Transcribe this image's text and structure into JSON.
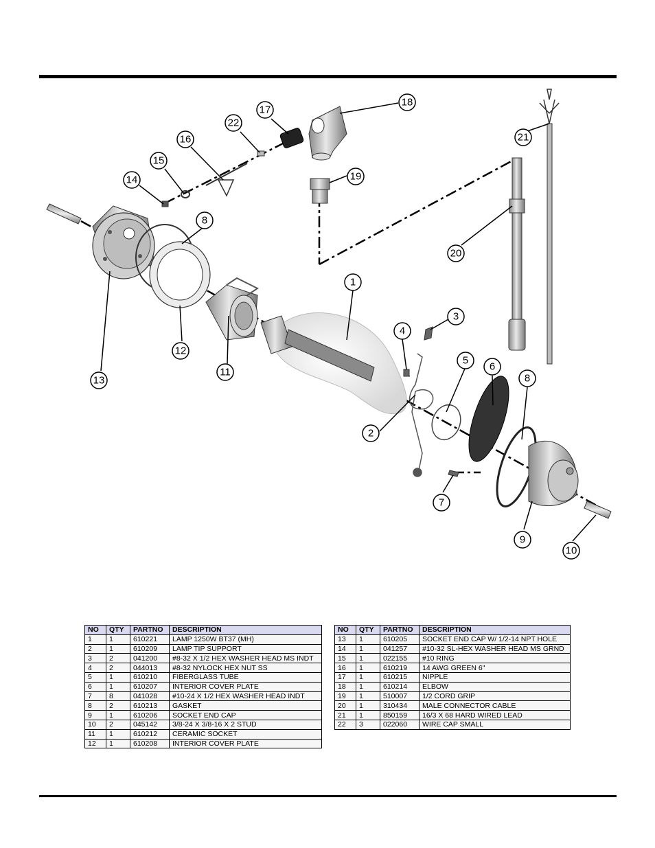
{
  "callouts": [
    "1",
    "2",
    "3",
    "4",
    "5",
    "6",
    "7",
    "8",
    "9",
    "10",
    "11",
    "12",
    "13",
    "14",
    "15",
    "16",
    "17",
    "18",
    "19",
    "20",
    "21",
    "22"
  ],
  "table_headers": [
    "NO",
    "QTY",
    "PARTNO",
    "DESCRIPTION"
  ],
  "parts_left": [
    [
      "1",
      "1",
      "610221",
      "LAMP 1250W BT37 (MH)"
    ],
    [
      "2",
      "1",
      "610209",
      "LAMP TIP SUPPORT"
    ],
    [
      "3",
      "2",
      "041200",
      "#8-32 X 1/2 HEX WASHER HEAD MS INDT"
    ],
    [
      "4",
      "2",
      "044013",
      "#8-32 NYLOCK HEX NUT SS"
    ],
    [
      "5",
      "1",
      "610210",
      "FIBERGLASS TUBE"
    ],
    [
      "6",
      "1",
      "610207",
      "INTERIOR COVER PLATE"
    ],
    [
      "7",
      "8",
      "041028",
      "#10-24 X 1/2 HEX WASHER HEAD INDT"
    ],
    [
      "8",
      "2",
      "610213",
      "GASKET"
    ],
    [
      "9",
      "1",
      "610206",
      "SOCKET END CAP"
    ],
    [
      "10",
      "2",
      "045142",
      "3/8-24 X 3/8-16 X 2 STUD"
    ],
    [
      "11",
      "1",
      "610212",
      "CERAMIC SOCKET"
    ],
    [
      "12",
      "1",
      "610208",
      "INTERIOR COVER PLATE"
    ]
  ],
  "parts_right": [
    [
      "13",
      "1",
      "610205",
      "SOCKET END CAP W/ 1/2-14 NPT HOLE"
    ],
    [
      "14",
      "1",
      "041257",
      "#10-32 SL-HEX WASHER HEAD MS GRND"
    ],
    [
      "15",
      "1",
      "022155",
      "#10 RING"
    ],
    [
      "16",
      "1",
      "610219",
      "14 AWG GREEN 6\""
    ],
    [
      "17",
      "1",
      "610215",
      "NIPPLE"
    ],
    [
      "18",
      "1",
      "610214",
      "ELBOW"
    ],
    [
      "19",
      "1",
      "510007",
      "1/2 CORD GRIP"
    ],
    [
      "20",
      "1",
      "310434",
      "MALE CONNECTOR CABLE"
    ],
    [
      "21",
      "1",
      "850159",
      "16/3 X 68 HARD WIRED LEAD"
    ],
    [
      "22",
      "3",
      "022060",
      "WIRE CAP SMALL"
    ]
  ]
}
